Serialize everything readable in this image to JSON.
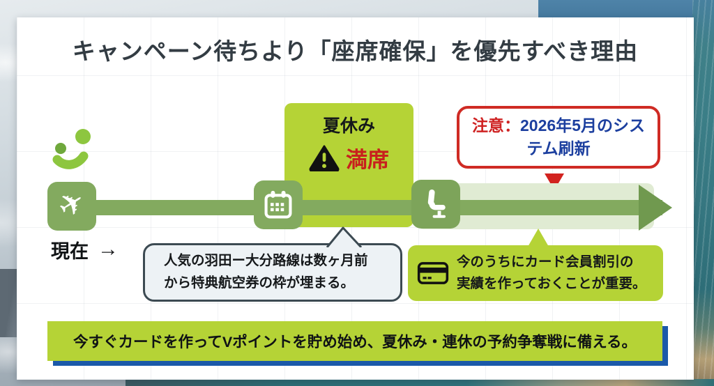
{
  "page": {
    "title": "キャンペーン待ちより「座席確保」を優先すべき理由"
  },
  "timeline": {
    "now": {
      "label": "現在",
      "arrow_glyph": "→"
    },
    "plane_glyph": "✈",
    "summer_box": {
      "heading": "夏休み",
      "status": "満席"
    },
    "notice": {
      "label": "注意：",
      "text": "2026年5月のシステム刷新"
    },
    "bubble_left": {
      "lines": [
        "人気の羽田ー大分路線は数ヶ月前",
        "から特典航空券の枠が埋まる。"
      ]
    },
    "bubble_right": {
      "lines": [
        "今のうちにカード会員割引の",
        "実績を作っておくことが重要。"
      ]
    }
  },
  "banner": {
    "text": "今すぐカードを作ってVポイントを貯め始め、夏休み・連休の予約争奪戦に備える。"
  },
  "colors": {
    "yellow_green": "#b5d336",
    "sage_green": "#83aa5f",
    "pale_green": "#e0ebd3",
    "alert_red": "#c8201d",
    "notice_blue": "#1c3f9f",
    "banner_shadow_blue": "#1b59a9"
  }
}
